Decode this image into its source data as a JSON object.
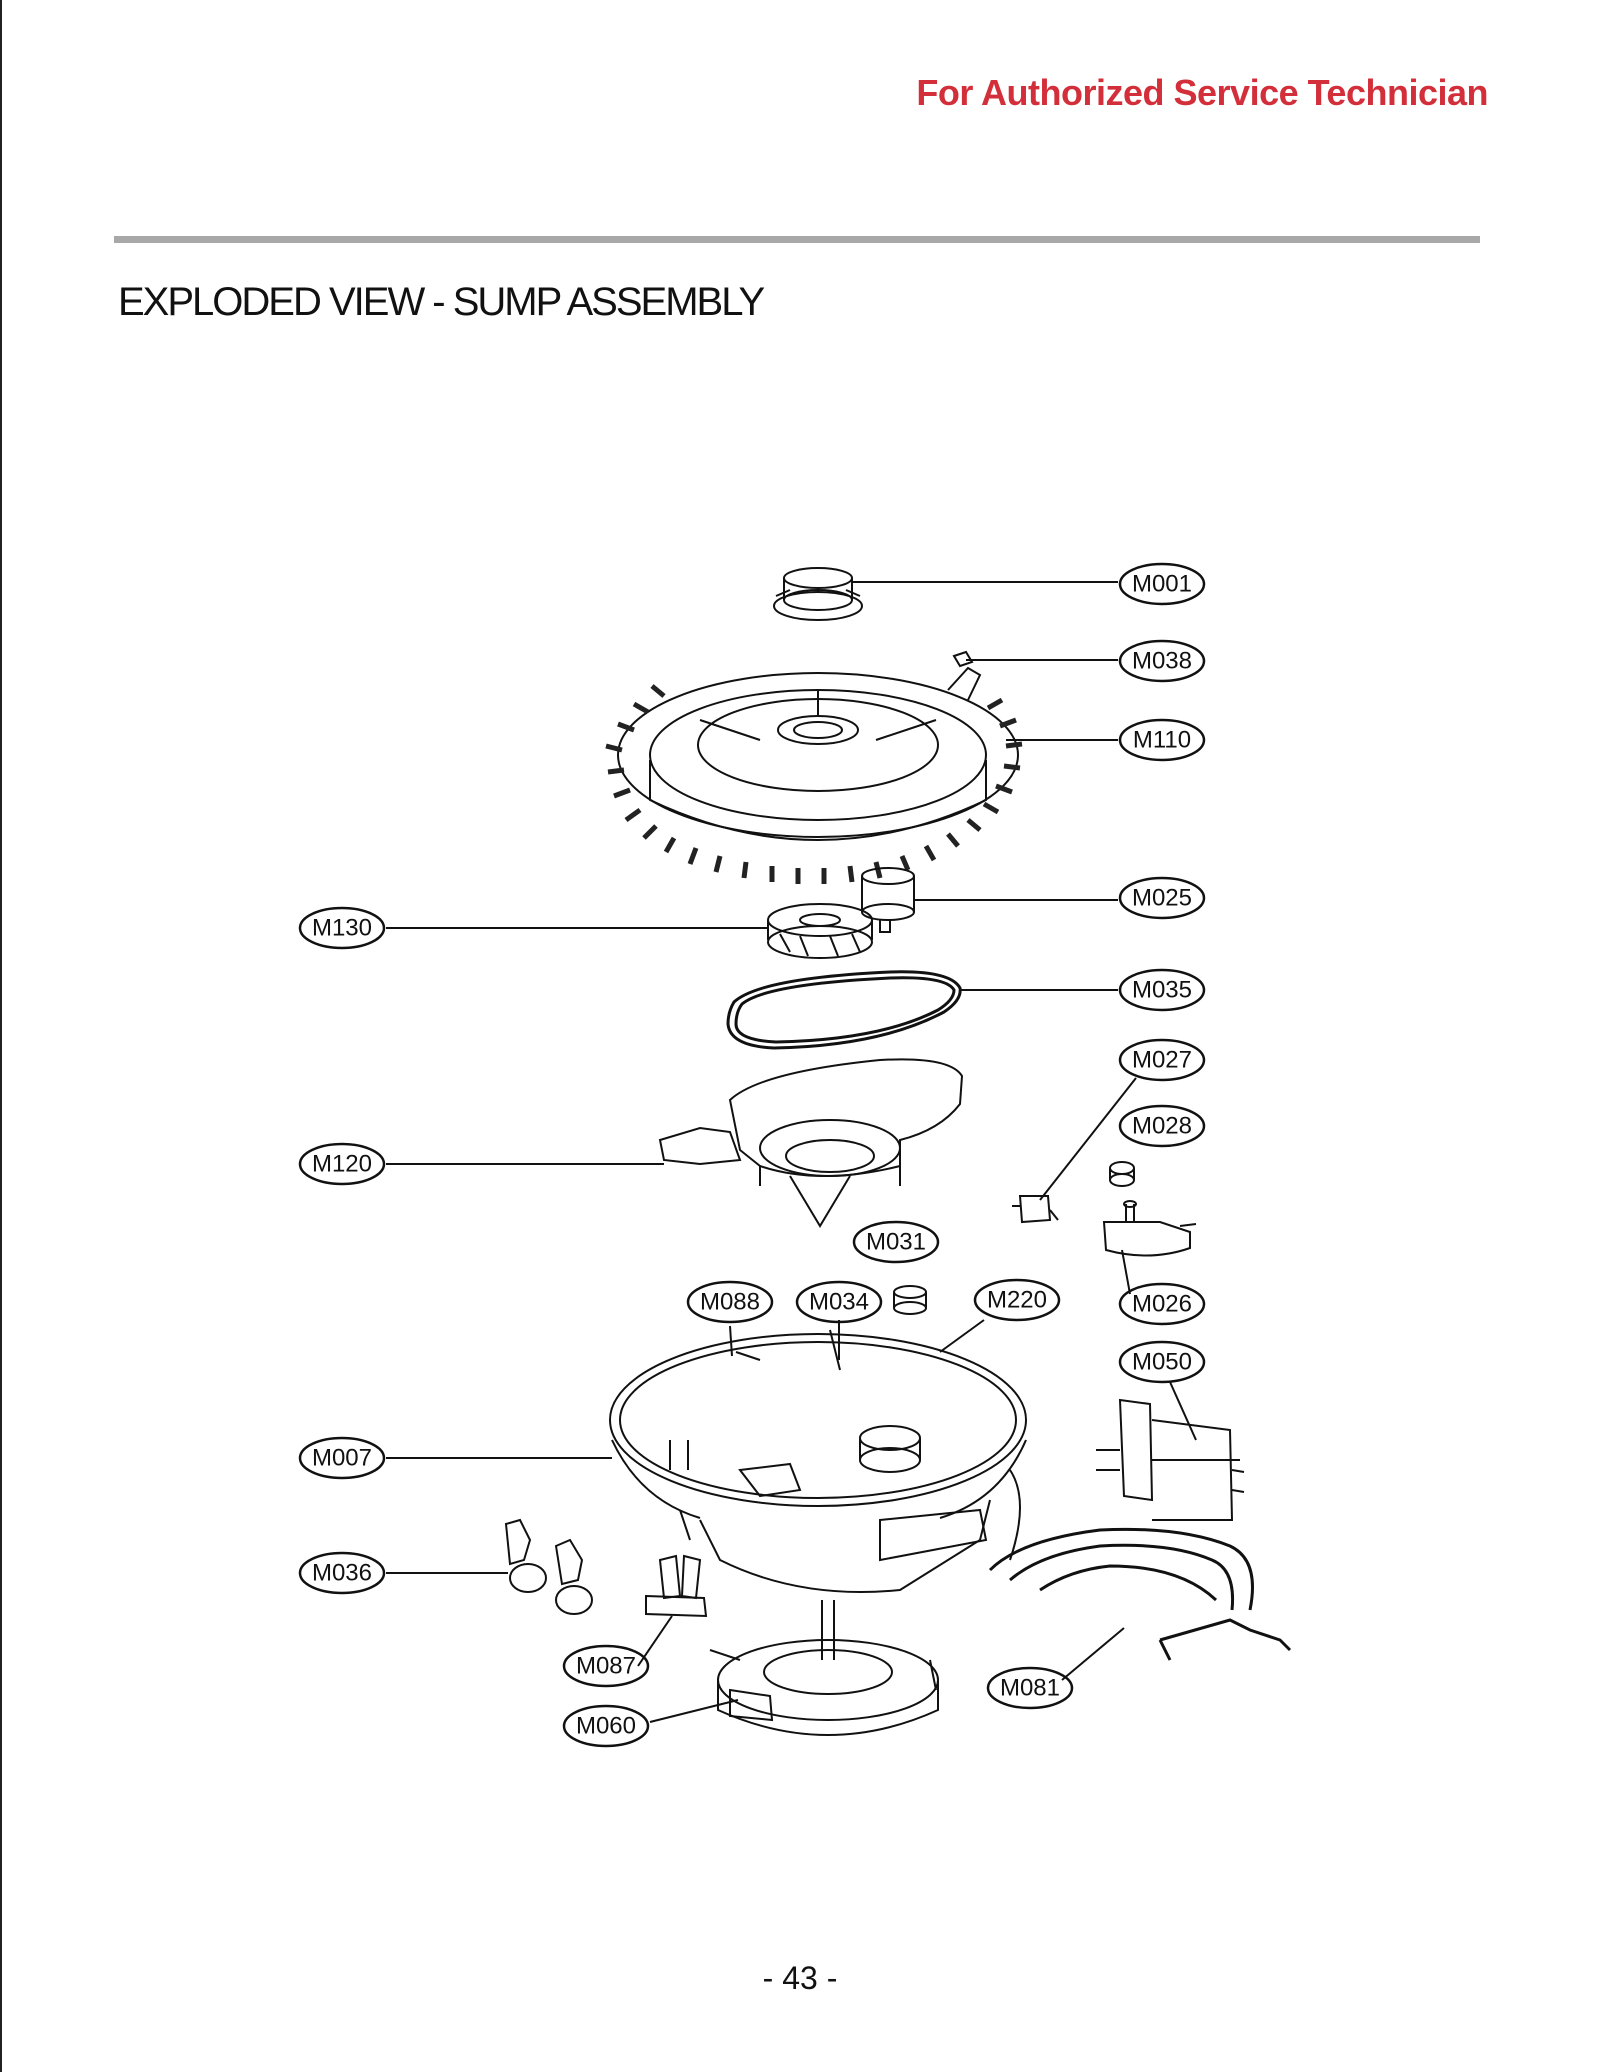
{
  "header": {
    "note": "For Authorized Service Technician",
    "title": "EXPLODED VIEW - SUMP ASSEMBLY"
  },
  "footer": {
    "page_number": "- 43 -"
  },
  "callouts": {
    "M001": "M001",
    "M038": "M038",
    "M110": "M110",
    "M025": "M025",
    "M130": "M130",
    "M035": "M035",
    "M027": "M027",
    "M028": "M028",
    "M120": "M120",
    "M031": "M031",
    "M088": "M088",
    "M034": "M034",
    "M220": "M220",
    "M026": "M026",
    "M050": "M050",
    "M007": "M007",
    "M036": "M036",
    "M087": "M087",
    "M081": "M081",
    "M060": "M060"
  },
  "colors": {
    "accent": "#d32f3a",
    "rule": "#a8a8a8",
    "line": "#111111"
  }
}
